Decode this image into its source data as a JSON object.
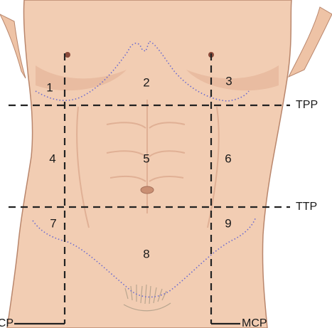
{
  "figure": {
    "colors": {
      "skin": "#f2cdb3",
      "skin_shadow": "#d9a489",
      "skin_outline": "#b9866c",
      "guide_line": "#222222",
      "region_boundary": "#6c6ccf",
      "hair": "#b8a58f"
    },
    "regions": [
      {
        "id": "1",
        "label": "1"
      },
      {
        "id": "2",
        "label": "2"
      },
      {
        "id": "3",
        "label": "3"
      },
      {
        "id": "4",
        "label": "4"
      },
      {
        "id": "5",
        "label": "5"
      },
      {
        "id": "6",
        "label": "6"
      },
      {
        "id": "7",
        "label": "7"
      },
      {
        "id": "8",
        "label": "8"
      },
      {
        "id": "9",
        "label": "9"
      }
    ],
    "planes": {
      "upper_horizontal": "TPP",
      "lower_horizontal": "TTP",
      "left_vertical": "MCP",
      "right_vertical": "MCP"
    }
  }
}
